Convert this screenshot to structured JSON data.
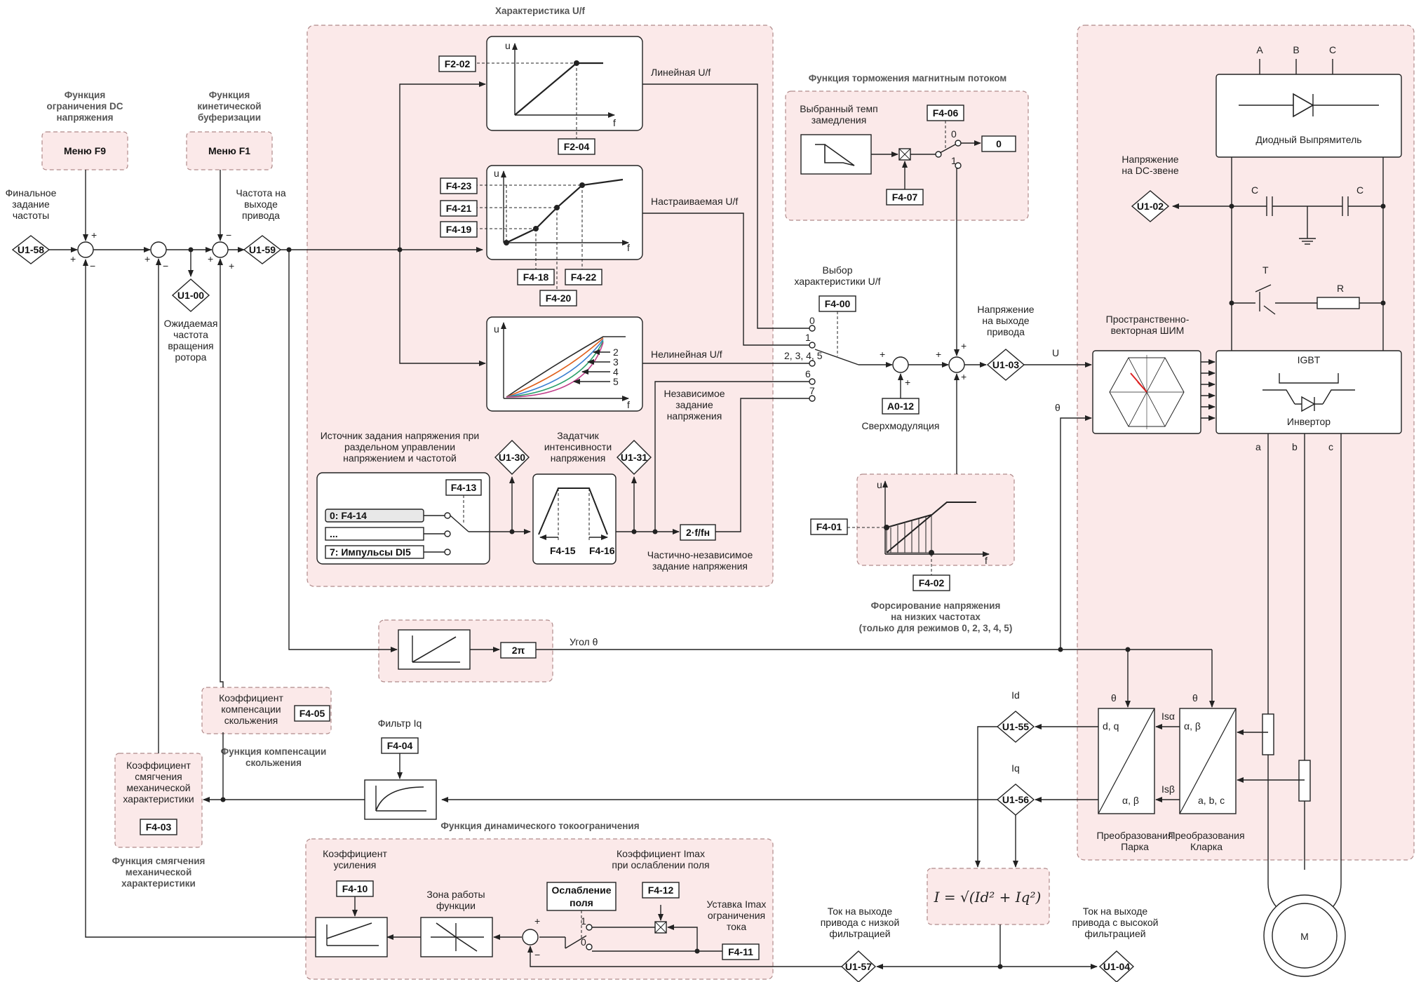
{
  "sections": {
    "uf": "Характеристика U/f",
    "flux": "Функция торможения магнитным потоком",
    "dc1": "Функция",
    "dc2": "ограничения DC",
    "dc3": "напряжения",
    "kin1": "Функция",
    "kin2": "кинетической",
    "kin3": "буферизации",
    "slip": "Функция компенсации",
    "slip2": "скольжения",
    "soft1": "Функция смягчения",
    "soft2": "механической",
    "soft3": "характеристики",
    "dyn": "Функция динамического токоограничения",
    "boost1": "Форсирование напряжения",
    "boost2": "на низких частотах",
    "boost3": "(только для режимов 0, 2, 3, 4, 5)"
  },
  "params": {
    "F9": "Меню F9",
    "F1": "Меню F1",
    "F2_02": "F2-02",
    "F2_04": "F2-04",
    "F4_23": "F4-23",
    "F4_21": "F4-21",
    "F4_19": "F4-19",
    "F4_18": "F4-18",
    "F4_20": "F4-20",
    "F4_22": "F4-22",
    "F4_06": "F4-06",
    "F4_07": "F4-07",
    "zero": "0",
    "F4_00": "F4-00",
    "A0_12": "A0-12",
    "F4_13": "F4-13",
    "F4_14": "0: F4-14",
    "dots": "...",
    "di5": "7: Импульсы DI5",
    "F4_15": "F4-15",
    "F4_16": "F4-16",
    "ratio": "2·f/fн",
    "F4_01": "F4-01",
    "F4_02": "F4-02",
    "twopi": "2π",
    "F4_05": "F4-05",
    "F4_04": "F4-04",
    "F4_03": "F4-03",
    "F4_10": "F4-10",
    "F4_12": "F4-12",
    "F4_11": "F4-11",
    "weak1": "Ослабление",
    "weak2": "поля"
  },
  "monitors": {
    "U1_58": "U1-58",
    "U1_59": "U1-59",
    "U1_00": "U1-00",
    "U1_30": "U1-30",
    "U1_31": "U1-31",
    "U1_03": "U1-03",
    "U1_02": "U1-02",
    "U1_55": "U1-55",
    "U1_56": "U1-56",
    "U1_57": "U1-57",
    "U1_04": "U1-04"
  },
  "labels": {
    "final1": "Финальное",
    "final2": "задание",
    "final3": "частоты",
    "outf1": "Частота на",
    "outf2": "выходе",
    "outf3": "привода",
    "exp1": "Ожидаемая",
    "exp2": "частота",
    "exp3": "вращения",
    "exp4": "ротора",
    "lin": "Линейная U/f",
    "cust": "Настраиваемая U/f",
    "nonlin": "Нелинейная U/f",
    "sel1": "Выбор",
    "sel2": "характеристики U/f",
    "sw0": "0",
    "sw1": "1",
    "sw2345": "2, 3, 4, 5",
    "sw6": "6",
    "sw7": "7",
    "indep1": "Независимое",
    "indep2": "задание",
    "indep3": "напряжения",
    "part1": "Частично-независимое",
    "part2": "задание напряжения",
    "src1": "Источник задания напряжения при",
    "src2": "раздельном управлении",
    "src3": "напряжением и частотой",
    "ramp1": "Задатчик",
    "ramp2": "интенсивности",
    "ramp3": "напряжения",
    "over": "Сверхмодуляция",
    "vout1": "Напряжение",
    "vout2": "на выходе",
    "vout3": "привода",
    "U": "U",
    "theta": "θ",
    "decel1": "Выбранный темп",
    "decel2": "замедления",
    "s0": "0",
    "s1": "1",
    "dc1": "Напряжение",
    "dc2": "на DC-звене",
    "svpwm1": "Пространственно-",
    "svpwm2": "векторная ШИМ",
    "rect": "Диодный Выпрямитель",
    "igbt": "IGBT",
    "inv": "Инвертор",
    "A": "A",
    "B": "B",
    "C": "C",
    "Cc": "C",
    "T": "T",
    "R": "R",
    "a": "a",
    "b": "b",
    "c": "c",
    "M": "M",
    "angle": "Угол  θ",
    "Id": "Id",
    "Iq": "Iq",
    "isa": "Isα",
    "isb": "Isβ",
    "dq": "d, q",
    "ab1": "α, β",
    "ab2": "α, β",
    "abc": "a, b, c",
    "park1": "Преобразования",
    "park2": "Парка",
    "clk1": "Преобразования",
    "clk2": "Кларка",
    "filt": "Фильтр Iq",
    "slipk1": "Коэффициент",
    "slipk2": "компенсации",
    "slipk3": "скольжения",
    "softk1": "Коэффициент",
    "softk2": "смягчения",
    "softk3": "механической",
    "softk4": "характеристики",
    "gain1": "Коэффициент",
    "gain2": "усиления",
    "zone1": "Зона работы",
    "zone2": "функции",
    "imax1": "Коэффициент Imax",
    "imax2": "при ослаблении поля",
    "set1": "Уставка Imax",
    "set2": "ограничения",
    "set3": "тока",
    "low1": "Ток на выходе",
    "low2": "привода с низкой",
    "low3": "фильтрацией",
    "high1": "Ток на выходе",
    "high2": "привода с высокой",
    "high3": "фильтрацией",
    "formula": "I = √(Id² + Iq²)",
    "curve2": "2",
    "curve3": "3",
    "curve4": "4",
    "curve5": "5",
    "u": "u",
    "f": "f",
    "plus": "+",
    "minus": "−"
  }
}
